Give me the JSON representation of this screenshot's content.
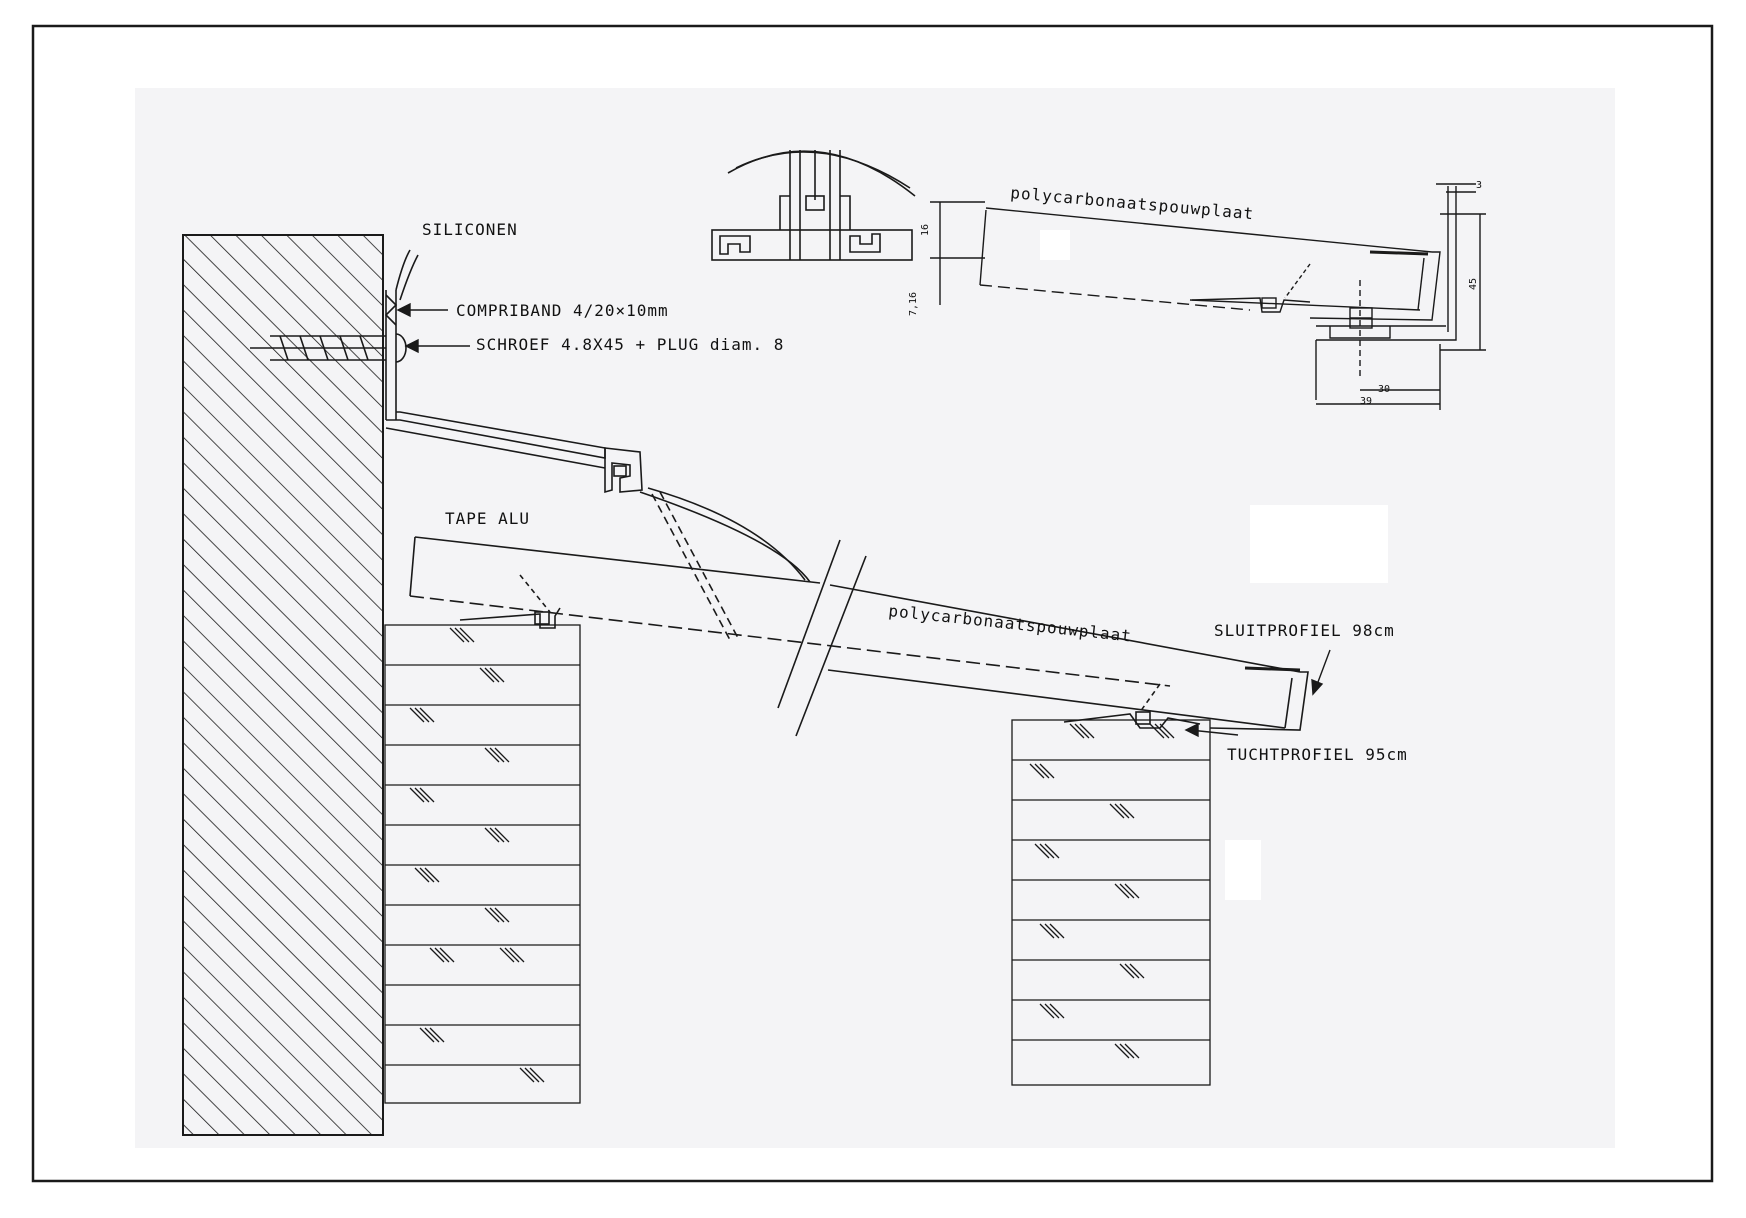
{
  "labels": {
    "siliconen": "SILICONEN",
    "compriband": "COMPRIBAND 4/20×10mm",
    "schroef": "SCHROEF 4.8X45 + PLUG diam. 8",
    "tape_alu": "TAPE ALU",
    "polycarbonaat_main": "polycarbonaatspouwplaat",
    "polycarbonaat_detail": "polycarbonaatspouwplaat",
    "sluitprofiel": "SLUITPROFIEL 98cm",
    "tochtprofiel": "TUCHTPROFIEL 95cm"
  },
  "dimensions": {
    "d16": "16",
    "d7_16": "7,16",
    "d3": "3",
    "d45": "45",
    "d30": "30",
    "d39": "39"
  },
  "colors": {
    "ink": "#1a1a1a",
    "paper": "#ffffff",
    "scan_tint": "#f4f4f6"
  }
}
